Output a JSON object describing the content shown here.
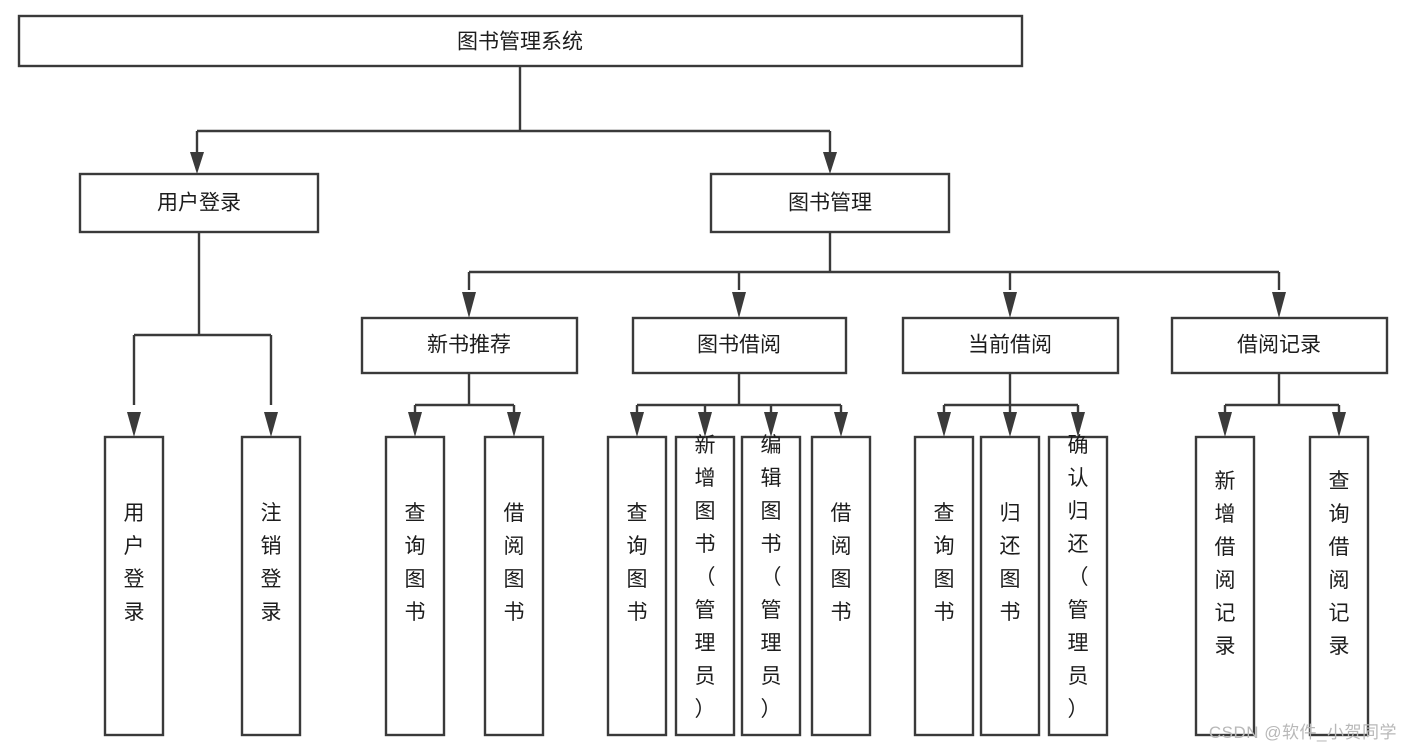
{
  "diagram": {
    "type": "tree",
    "title": "图书管理系统",
    "watermark": "CSDN @软件_小贺同学",
    "colors": {
      "stroke": "#3a3a3a",
      "fill": "#ffffff",
      "text": "#1d1d1d",
      "watermark": "#b8b8b8",
      "background": "#ffffff"
    },
    "root": {
      "label": "图书管理系统"
    },
    "level2": [
      {
        "label": "用户登录"
      },
      {
        "label": "图书管理"
      }
    ],
    "level3": [
      {
        "label": "新书推荐"
      },
      {
        "label": "图书借阅"
      },
      {
        "label": "当前借阅"
      },
      {
        "label": "借阅记录"
      }
    ],
    "leaves": {
      "user_login": [
        {
          "label": "用户登录"
        },
        {
          "label": "注销登录"
        }
      ],
      "new_book_recommend": [
        {
          "label": "查询图书"
        },
        {
          "label": "借阅图书"
        }
      ],
      "book_borrow": [
        {
          "label": "查询图书"
        },
        {
          "label": "新增图书（管理员）"
        },
        {
          "label": "编辑图书（管理员）"
        },
        {
          "label": "借阅图书"
        }
      ],
      "current_borrow": [
        {
          "label": "查询图书"
        },
        {
          "label": "归还图书"
        },
        {
          "label": "确认归还（管理员）"
        }
      ],
      "borrow_record": [
        {
          "label": "新增借阅记录"
        },
        {
          "label": "查询借阅记录"
        }
      ]
    }
  }
}
